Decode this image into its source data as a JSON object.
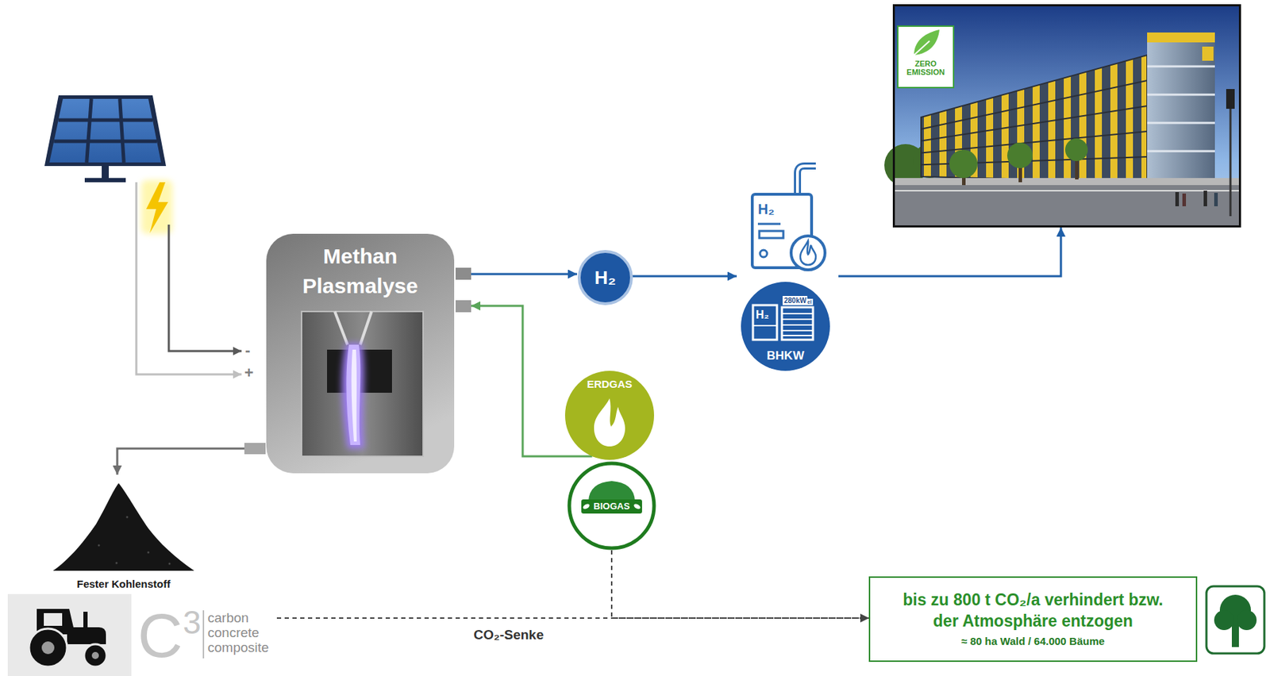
{
  "diagram": {
    "nodes": [
      {
        "text": [
          "Methan Plasmalyse"
        ]
      },
      {
        "text": [
          "H₂"
        ]
      },
      {
        "text": [
          "BHKW"
        ]
      },
      {
        "text": [
          "ZERO EMISSION"
        ]
      },
      {
        "text": [
          "ERDGAS"
        ]
      },
      {
        "text": [
          "BIOGAS"
        ]
      },
      {
        "text": [
          "Fester Kohlenstoff"
        ]
      },
      {
        "text": [
          "C",
          "3",
          "carbon concrete composite"
        ]
      },
      {
        "text": [
          "bis zu 800 t CO₂/a verhindert bzw. der Atmosphäre entzogen",
          "≈ 80 ha Wald / 64.000 Bäume"
        ]
      }
    ],
    "edges": [
      {
        "from": 0,
        "to": 1,
        "arrow": "to"
      },
      {
        "from": 1,
        "to": 2,
        "arrow": "to"
      },
      {
        "from": 2,
        "to": 3,
        "arrow": "to"
      },
      {
        "from": 4,
        "to": 0,
        "arrow": "to"
      },
      {
        "from": 0,
        "to": 6,
        "arrow": "to"
      },
      {
        "from": 7,
        "to": 8,
        "arrow": "to",
        "label": "CO₂-Senke"
      },
      {
        "from": 5,
        "to": 8,
        "arrow": "to"
      }
    ],
    "labels": [
      "-",
      "+",
      "H₂",
      "H₂",
      "280kW",
      "el"
    ]
  }
}
